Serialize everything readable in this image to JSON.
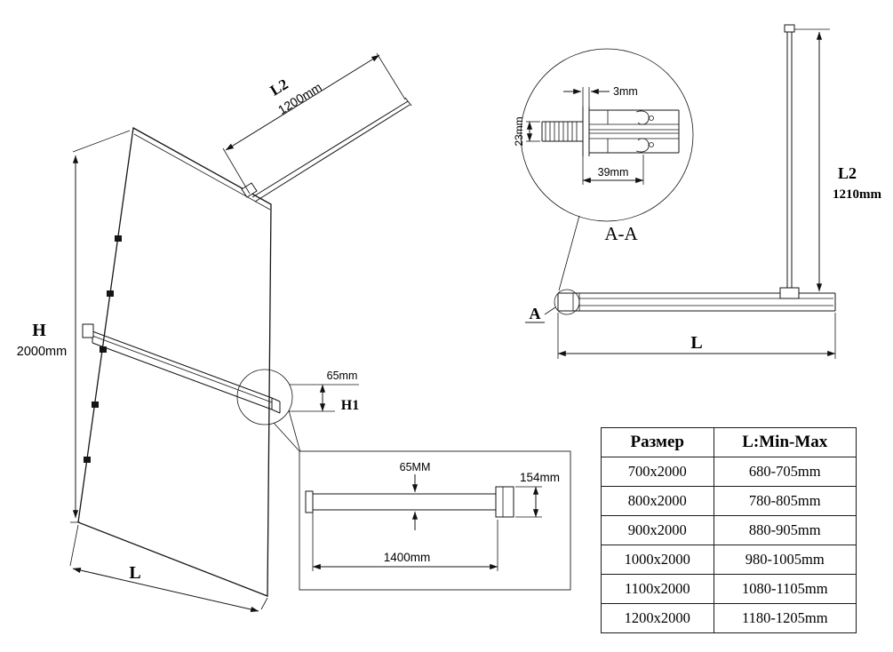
{
  "iso_view": {
    "h_label": "H",
    "h_value": "2000mm",
    "l_label": "L",
    "l2_label": "L2",
    "l2_value": "1200mm",
    "bar_height_value": "65mm",
    "bar_height_label": "H1"
  },
  "section_detail": {
    "title": "A-A",
    "gap_dim": "3mm",
    "height_dim": "23mm",
    "depth_dim": "39mm"
  },
  "plan_view": {
    "detail_label": "A",
    "l2_label": "L2",
    "l2_value": "1210mm",
    "l_label": "L"
  },
  "bar_detail": {
    "height_dim": "65MM",
    "bracket_dim": "154mm",
    "length_dim": "1400mm"
  },
  "table": {
    "headers": [
      "Размер",
      "L:Min-Max"
    ],
    "rows": [
      [
        "700x2000",
        "680-705mm"
      ],
      [
        "800x2000",
        "780-805mm"
      ],
      [
        "900x2000",
        "880-905mm"
      ],
      [
        "1000x2000",
        "980-1005mm"
      ],
      [
        "1100x2000",
        "1080-1105mm"
      ],
      [
        "1200x2000",
        "1180-1205mm"
      ]
    ]
  }
}
